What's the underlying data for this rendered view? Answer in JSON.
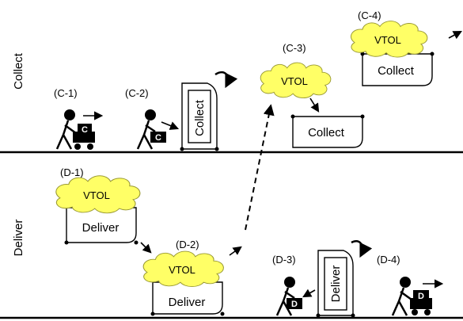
{
  "sections": {
    "collect": "Collect",
    "deliver": "Deliver"
  },
  "steps": {
    "c1": "(C-1)",
    "c2": "(C-2)",
    "c3": "(C-3)",
    "c4": "(C-4)",
    "d1": "(D-1)",
    "d2": "(D-2)",
    "d3": "(D-3)",
    "d4": "(D-4)"
  },
  "labels": {
    "vtol": "VTOL",
    "collect_box": "Collect",
    "deliver_box": "Deliver",
    "package_c": "C",
    "package_d": "D"
  },
  "colors": {
    "cloud_fill": "#ffff66",
    "line": "#000000"
  }
}
